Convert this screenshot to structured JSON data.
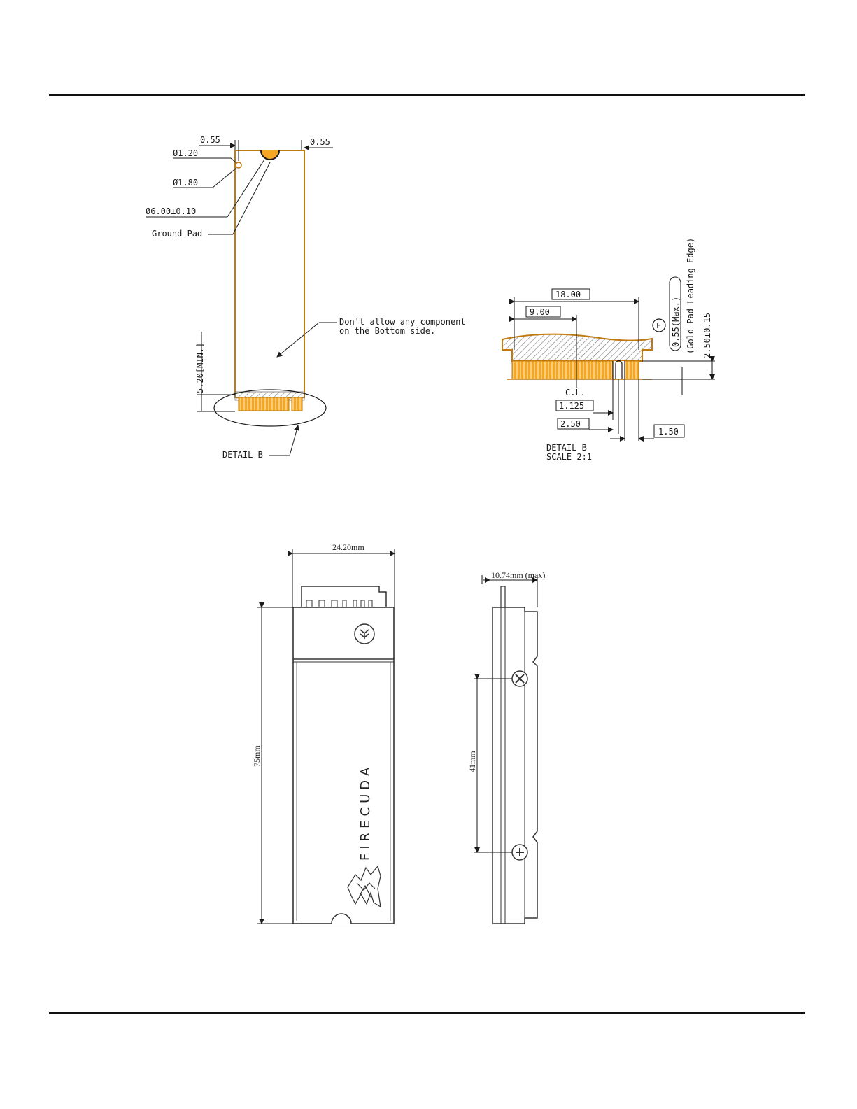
{
  "drawing": {
    "top_view": {
      "dim_left_offset": "0.55",
      "dim_right_offset": "0.55",
      "hole_small": "Ø1.20",
      "hole_ring": "Ø1.80",
      "notch": "Ø6.00±0.10",
      "ground_pad": "Ground Pad",
      "note_line1": "Don't allow any component",
      "note_line2": "on the Bottom side.",
      "keepout": "5.20[MIN.]",
      "detail_callout": "DETAIL B"
    },
    "detail_b": {
      "width_total": "18.00",
      "width_half": "9.00",
      "datum": "F",
      "thickness_max": "0.55(Max.)",
      "gold_edge": "(Gold Pad Leading Edge)",
      "pad_height": "2.50±0.15",
      "centerline": "C.L.",
      "key_offset": "1.125",
      "key_width": "2.50",
      "key_slot": "1.50",
      "title": "DETAIL B",
      "scale": "SCALE 2:1"
    },
    "product": {
      "width": "24.20mm",
      "length": "75mm",
      "brand": "FIRECUDA",
      "thickness": "10.74mm (max)",
      "screw_pitch": "41mm"
    }
  },
  "colors": {
    "gold": "#f5a623",
    "outline": "#c07a10",
    "ink": "#1a1a1a",
    "steel": "#333333"
  }
}
